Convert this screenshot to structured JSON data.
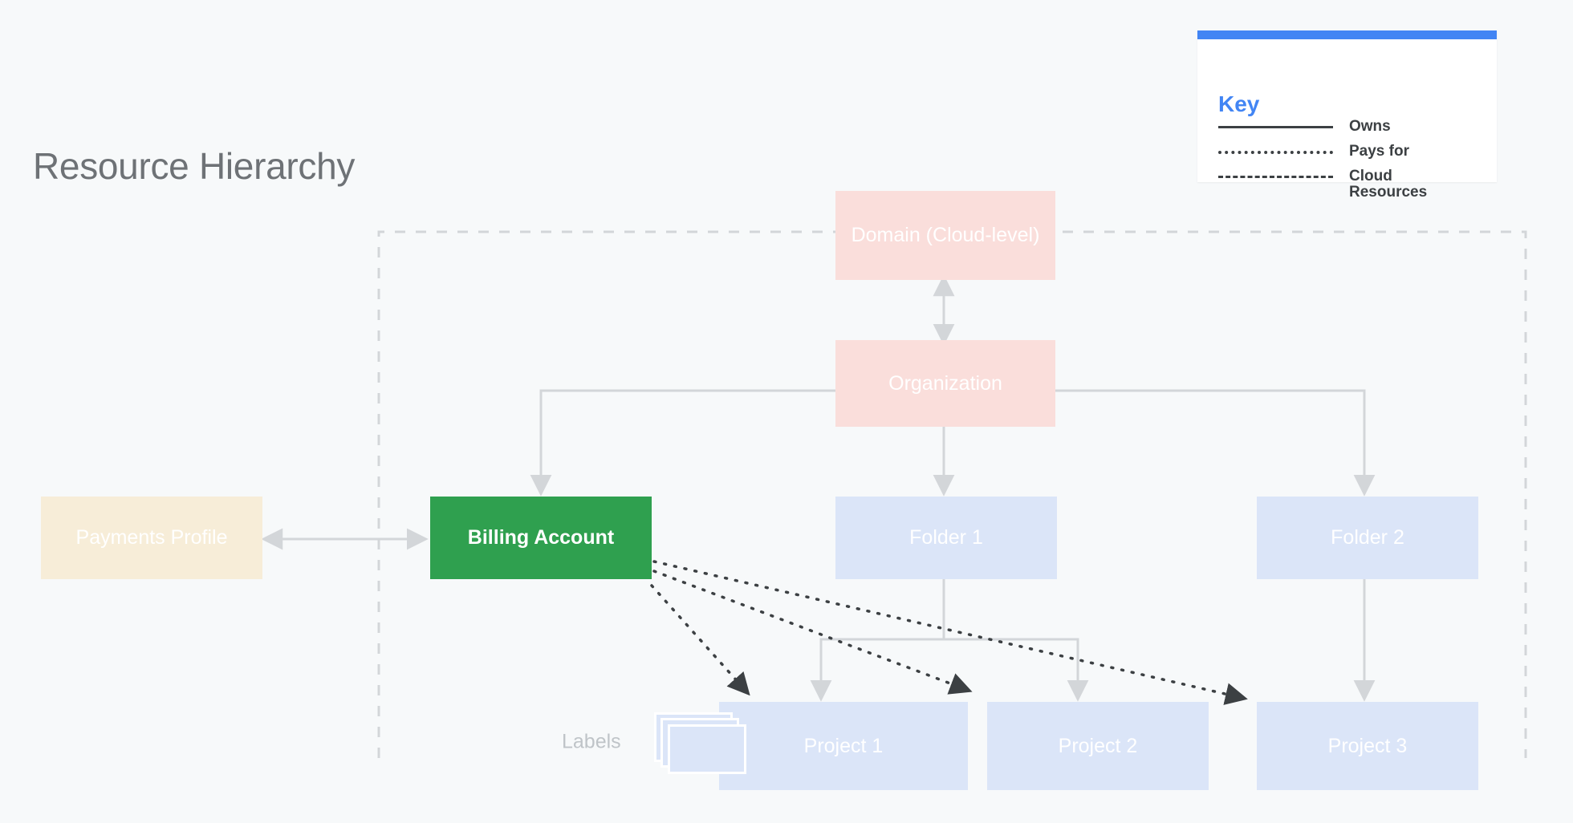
{
  "page": {
    "title": "Resource Hierarchy",
    "background_color": "#F7F9FA"
  },
  "key": {
    "title": "Key",
    "accent_color": "#4285F4",
    "items": [
      {
        "style": "solid",
        "label": "Owns"
      },
      {
        "style": "dotted",
        "label": "Pays for"
      },
      {
        "style": "dashed",
        "label": "Cloud\nResources"
      }
    ]
  },
  "nodes": {
    "domain": {
      "label": "Domain (Cloud-level)",
      "color": "#FADEDB",
      "text_color": "#FFFFFF"
    },
    "organization": {
      "label": "Organization",
      "color": "#FADEDB",
      "text_color": "#FFFFFF"
    },
    "payments_profile": {
      "label": "Payments Profile",
      "color": "#F7EDD8",
      "text_color": "#FFFFFF"
    },
    "billing_account": {
      "label": "Billing Account",
      "color": "#2FA04F",
      "text_color": "#FFFFFF"
    },
    "folder_1": {
      "label": "Folder 1",
      "color": "#DBE5F8",
      "text_color": "#FFFFFF"
    },
    "folder_2": {
      "label": "Folder 2",
      "color": "#DBE5F8",
      "text_color": "#FFFFFF"
    },
    "project_1": {
      "label": "Project 1",
      "color": "#DBE5F8",
      "text_color": "#FFFFFF"
    },
    "project_2": {
      "label": "Project 2",
      "color": "#DBE5F8",
      "text_color": "#FFFFFF"
    },
    "project_3": {
      "label": "Project 3",
      "color": "#DBE5F8",
      "text_color": "#FFFFFF"
    },
    "labels": {
      "label": "Labels",
      "text_color": "#BFC4C8"
    }
  },
  "edges": [
    {
      "from": "domain",
      "to": "organization",
      "type": "owns",
      "direction": "both"
    },
    {
      "from": "organization",
      "to": "billing_account",
      "type": "owns",
      "direction": "to"
    },
    {
      "from": "organization",
      "to": "folder_1",
      "type": "owns",
      "direction": "to"
    },
    {
      "from": "organization",
      "to": "folder_2",
      "type": "owns",
      "direction": "to"
    },
    {
      "from": "payments_profile",
      "to": "billing_account",
      "type": "owns",
      "direction": "both"
    },
    {
      "from": "folder_1",
      "to": "project_1",
      "type": "owns",
      "direction": "to"
    },
    {
      "from": "folder_1",
      "to": "project_2",
      "type": "owns",
      "direction": "to"
    },
    {
      "from": "folder_2",
      "to": "project_3",
      "type": "owns",
      "direction": "to"
    },
    {
      "from": "billing_account",
      "to": "project_1",
      "type": "pays for",
      "direction": "to"
    },
    {
      "from": "billing_account",
      "to": "project_2",
      "type": "pays for",
      "direction": "to"
    },
    {
      "from": "billing_account",
      "to": "project_3",
      "type": "pays for",
      "direction": "to"
    }
  ],
  "cloud_resources_boundary": {
    "style": "dashed",
    "color": "#D3D6D9"
  }
}
